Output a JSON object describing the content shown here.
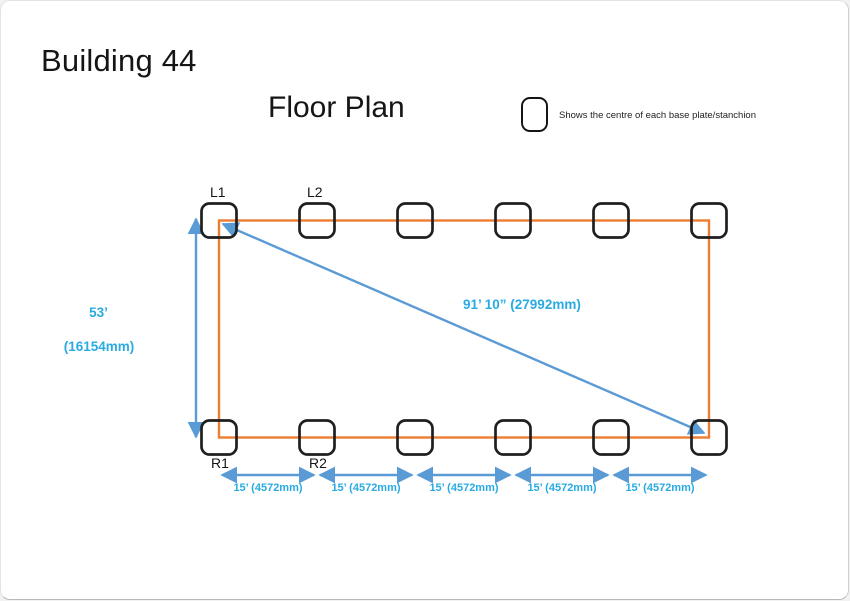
{
  "page": {
    "title": "Building 44",
    "subtitle": "Floor Plan"
  },
  "legend": {
    "icon": "rounded-square-outline",
    "text": "Shows the centre of each base plate/stanchion"
  },
  "diagram": {
    "type": "floor-plan",
    "stanchion_labels": {
      "l1": "L1",
      "l2": "L2",
      "r1": "R1",
      "r2": "R2"
    },
    "stanchion_count": {
      "top_row": 6,
      "bottom_row": 6
    },
    "dimensions": {
      "height_feet": "53’",
      "height_mm": "(16154mm)",
      "diagonal": "91’ 10”  (27992mm)",
      "bottom_segments": [
        "15’ (4572mm)",
        "15’ (4572mm)",
        "15’ (4572mm)",
        "15’ (4572mm)",
        "15’ (4572mm)"
      ]
    },
    "colors": {
      "building_outline": "#ED7D31",
      "dimension_arrow": "#5B9BD5",
      "dimension_text": "#29ABE2",
      "stanchion_outline": "#1f1f1f"
    }
  }
}
